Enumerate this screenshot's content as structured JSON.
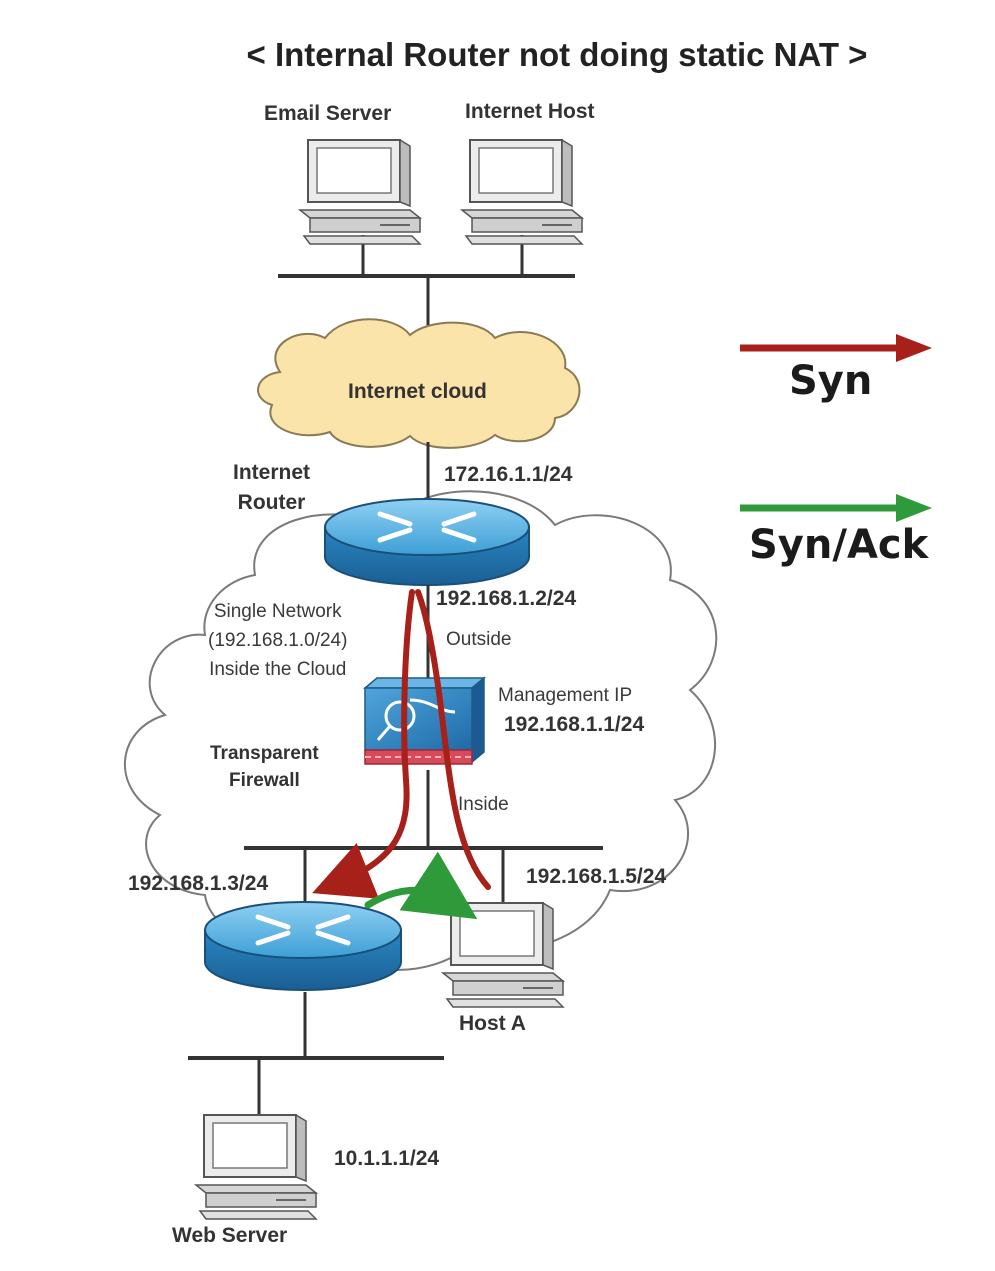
{
  "title": "< Internal Router not doing static NAT >",
  "legend": {
    "syn_label": "Syn",
    "syn_ack_label": "Syn/Ack"
  },
  "nodes": {
    "email_server": "Email Server",
    "internet_host": "Internet Host",
    "internet_cloud": "Internet cloud",
    "internet_router": "Internet\nRouter",
    "transparent_firewall": "Transparent\nFirewall",
    "host_a": "Host A",
    "web_server": "Web Server"
  },
  "addresses": {
    "router_outside": "172.16.1.1/24",
    "router_inside": "192.168.1.2/24",
    "management_label": "Management IP",
    "management_ip": "192.168.1.1/24",
    "internal_router": "192.168.1.3/24",
    "host_a": "192.168.1.5/24",
    "web_server": "10.1.1.1/24"
  },
  "notes": {
    "single_network": "Single Network\n(192.168.1.0/24)\nInside the Cloud",
    "outside": "Outside",
    "inside": "Inside"
  },
  "colors": {
    "syn": "#a8201a",
    "syn_ack": "#2e9a3a",
    "cloud_fill": "#fbe4a9",
    "router_blue": "#2f8fc9"
  }
}
